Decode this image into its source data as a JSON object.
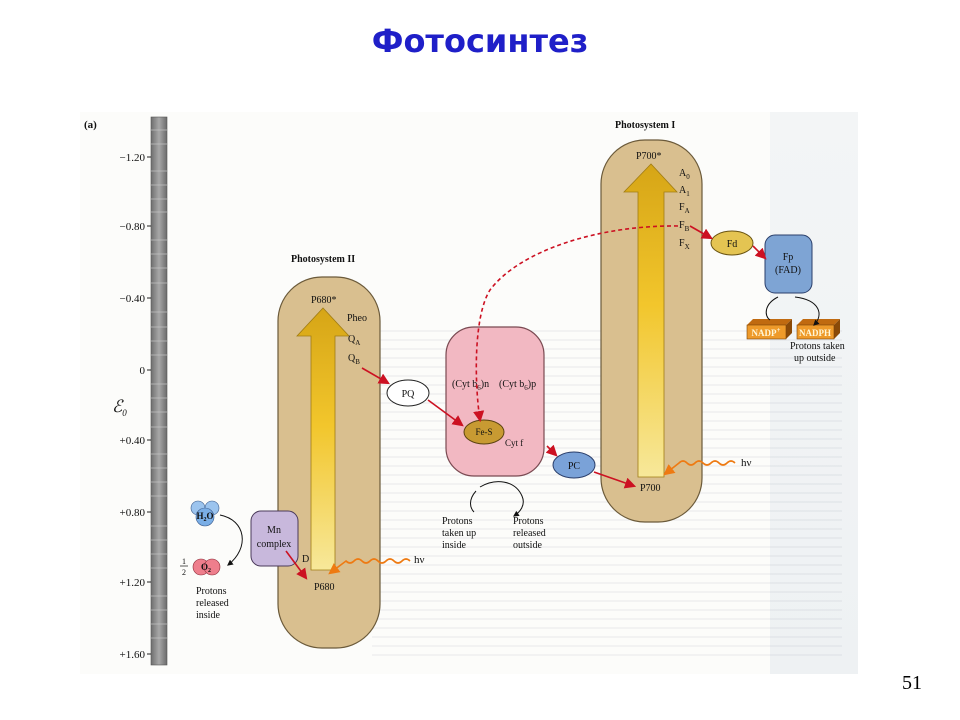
{
  "title": "Фотосинтез",
  "page_number": "51",
  "figure": {
    "panel_label": "(a)",
    "axis": {
      "symbol": "ℰ",
      "subscript": "0",
      "ticks": [
        "−1.20",
        "−0.80",
        "−0.40",
        "0",
        "+0.40",
        "+0.80",
        "+1.20",
        "+1.60"
      ]
    },
    "photosystem2": {
      "title": "Photosystem II",
      "top_label": "P680*",
      "pheo": "Pheo",
      "qa": "Q",
      "qa_sub": "A",
      "qb": "Q",
      "qb_sub": "B",
      "d": "D",
      "bottom_label": "P680"
    },
    "photosystem1": {
      "title": "Photosystem I",
      "top_label": "P700*",
      "a0": "A",
      "a0_sub": "0",
      "a1": "A",
      "a1_sub": "1",
      "fa": "F",
      "fa_sub": "A",
      "fb": "F",
      "fb_sub": "B",
      "fx": "F",
      "fx_sub": "X",
      "bottom_label": "P700"
    },
    "cytochrome": {
      "label": "(Cyt b",
      "b6": "6",
      "cyt_n": ")n",
      "label2": "(Cyt b",
      "b6b": "6",
      "cyt_p": ")p",
      "fes": "Fe-S",
      "cytf": "Cyt f"
    },
    "pq": "PQ",
    "pc": "PC",
    "fd": "Fd",
    "fp": "Fp",
    "fad": "(FAD)",
    "nadp": "NADP",
    "nadp_sup": "+",
    "nadph": "NADPH",
    "mn": "Mn",
    "mn2": "complex",
    "h2o": "H",
    "h2o_sub": "2",
    "h2o_o": "O",
    "half": "1",
    "half_den": "2",
    "o2": "O",
    "o2_sub": "2",
    "hv": "hν",
    "protons_inside_1": "Protons",
    "protons_inside_2": "released",
    "protons_inside_3": "inside",
    "protons_taken_inside_1": "Protons",
    "protons_taken_inside_2": "taken up",
    "protons_taken_inside_3": "inside",
    "protons_released_outside_1": "Protons",
    "protons_released_outside_2": "released",
    "protons_released_outside_3": "outside",
    "protons_outside_1": "Protons taken",
    "protons_outside_2": "up outside"
  },
  "colors": {
    "title": "#1f1fc8",
    "photosystem_fill": "#d9bf8f",
    "arrow_fill": "#f2c62c",
    "cyt_fill": "#f2b8c2",
    "fes_fill": "#c89a32",
    "pq_fill": "#ffffff",
    "pc_fill": "#7aa2d8",
    "fd_fill": "#e4c452",
    "fp_fill": "#7ea4d4",
    "mn_fill": "#c8b8dc",
    "h2o_fill": "#9cc4ee",
    "o2_fill": "#ee7e8c",
    "electron_arrow": "#cc1122",
    "axis_bar": "#8a8a8a"
  }
}
